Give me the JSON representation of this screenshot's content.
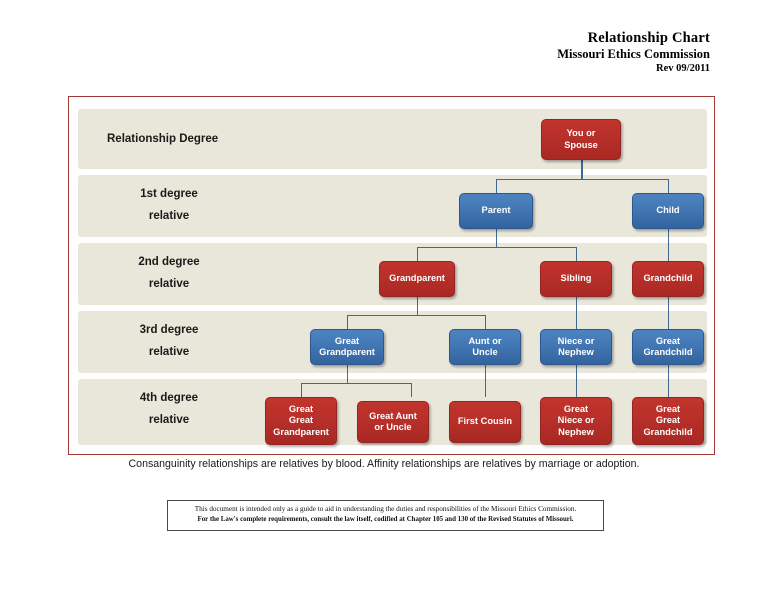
{
  "header": {
    "title": "Relationship Chart",
    "subtitle": "Missouri Ethics Commission",
    "rev": "Rev 09/2011"
  },
  "chart_data": {
    "type": "diagram",
    "title": "Relationship Chart",
    "rows": [
      {
        "label_line1": "Relationship Degree",
        "label_line2": ""
      },
      {
        "label_line1": "1st degree",
        "label_line2": "relative"
      },
      {
        "label_line1": "2nd degree",
        "label_line2": "relative"
      },
      {
        "label_line1": "3rd degree",
        "label_line2": "relative"
      },
      {
        "label_line1": "4th degree",
        "label_line2": "relative"
      }
    ],
    "nodes": [
      {
        "id": "you-or-spouse",
        "lines": [
          "You  or",
          "Spouse"
        ],
        "color": "red",
        "row": 0
      },
      {
        "id": "parent",
        "lines": [
          "Parent"
        ],
        "color": "blue",
        "row": 1
      },
      {
        "id": "child",
        "lines": [
          "Child"
        ],
        "color": "blue",
        "row": 1
      },
      {
        "id": "grandparent",
        "lines": [
          "Grandparent"
        ],
        "color": "red",
        "row": 2
      },
      {
        "id": "sibling",
        "lines": [
          "Sibling"
        ],
        "color": "red",
        "row": 2
      },
      {
        "id": "grandchild",
        "lines": [
          "Grandchild"
        ],
        "color": "red",
        "row": 2
      },
      {
        "id": "great-grandparent",
        "lines": [
          "Great",
          "Grandparent"
        ],
        "color": "blue",
        "row": 3
      },
      {
        "id": "aunt-or-uncle",
        "lines": [
          "Aunt or",
          "Uncle"
        ],
        "color": "blue",
        "row": 3
      },
      {
        "id": "niece-or-nephew",
        "lines": [
          "Niece or",
          "Nephew"
        ],
        "color": "blue",
        "row": 3
      },
      {
        "id": "great-grandchild",
        "lines": [
          "Great",
          "Grandchild"
        ],
        "color": "blue",
        "row": 3
      },
      {
        "id": "great-great-grandparent",
        "lines": [
          "Great",
          "Great",
          "Grandparent"
        ],
        "color": "red",
        "row": 4
      },
      {
        "id": "great-aunt-or-uncle",
        "lines": [
          "Great Aunt",
          "or Uncle"
        ],
        "color": "red",
        "row": 4
      },
      {
        "id": "first-cousin",
        "lines": [
          "First Cousin"
        ],
        "color": "red",
        "row": 4
      },
      {
        "id": "great-niece-or-nephew",
        "lines": [
          "Great",
          "Niece or",
          "Nephew"
        ],
        "color": "red",
        "row": 4
      },
      {
        "id": "great-great-grandchild",
        "lines": [
          "Great",
          "Great",
          "Grandchild"
        ],
        "color": "red",
        "row": 4
      }
    ],
    "edges": [
      {
        "from": "you-or-spouse",
        "to": "parent"
      },
      {
        "from": "you-or-spouse",
        "to": "child"
      },
      {
        "from": "parent",
        "to": "grandparent"
      },
      {
        "from": "parent",
        "to": "sibling"
      },
      {
        "from": "child",
        "to": "grandchild"
      },
      {
        "from": "grandparent",
        "to": "great-grandparent"
      },
      {
        "from": "grandparent",
        "to": "aunt-or-uncle"
      },
      {
        "from": "sibling",
        "to": "niece-or-nephew"
      },
      {
        "from": "grandchild",
        "to": "great-grandchild"
      },
      {
        "from": "great-grandparent",
        "to": "great-great-grandparent"
      },
      {
        "from": "great-grandparent",
        "to": "great-aunt-or-uncle"
      },
      {
        "from": "aunt-or-uncle",
        "to": "first-cousin"
      },
      {
        "from": "niece-or-nephew",
        "to": "great-niece-or-nephew"
      },
      {
        "from": "great-grandchild",
        "to": "great-great-grandchild"
      }
    ],
    "colors": {
      "red_node": "#B9302A",
      "blue_node": "#4277B4",
      "band": "#E9E6DA",
      "frame_border": "#A33A34",
      "connector": "#3F6892"
    }
  },
  "caption": "Consanguinity relationships are relatives by blood.  Affinity relationships are relatives by marriage or adoption.",
  "disclaimer": {
    "line1": "This document is intended only as a guide to aid in understanding the duties and responsibilities of the Missouri Ethics Commission.",
    "line2": "For the Law's complete requirements, consult the law itself, codified at Chapter 105 and 130 of the Revised Statutes of Missouri."
  }
}
